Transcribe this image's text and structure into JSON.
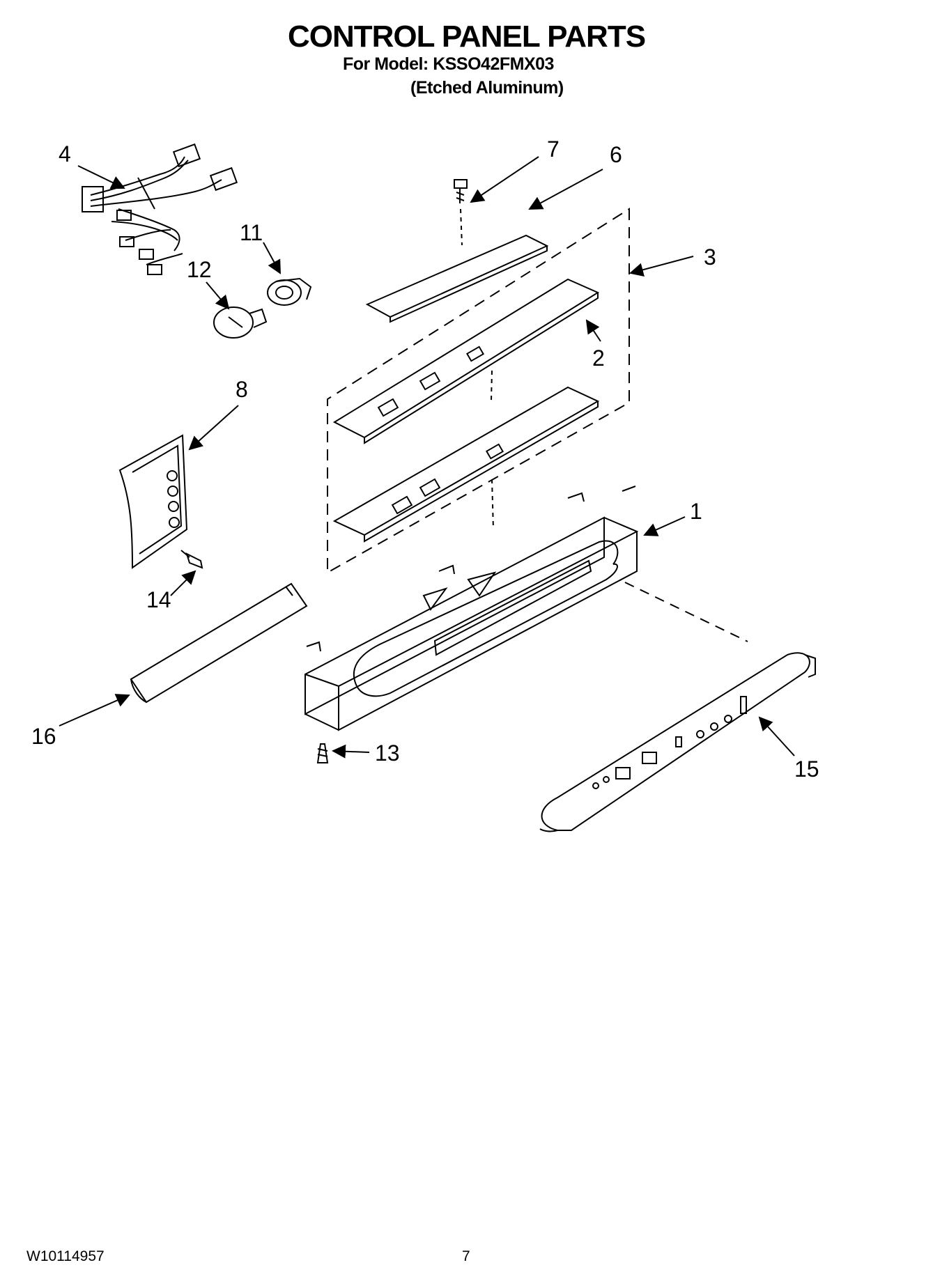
{
  "header": {
    "title": "CONTROL PANEL PARTS",
    "model_line": "For Model: KSSO42FMX03",
    "finish_line": "(Etched Aluminum)"
  },
  "diagram": {
    "callouts": [
      "1",
      "2",
      "3",
      "4",
      "6",
      "7",
      "8",
      "11",
      "12",
      "13",
      "14",
      "15",
      "16"
    ]
  },
  "footer": {
    "doc_number": "W10114957",
    "page_number": "7"
  }
}
